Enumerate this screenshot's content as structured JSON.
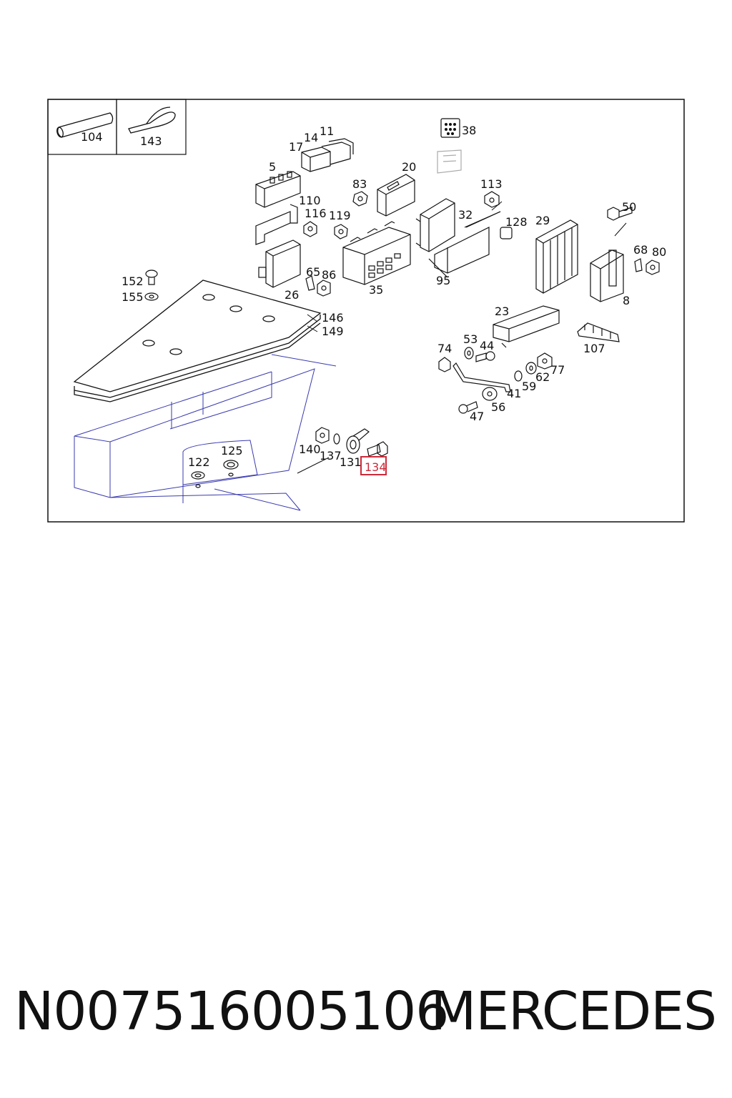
{
  "diagram": {
    "callouts": [
      "104",
      "143",
      "38",
      "14",
      "11",
      "17",
      "5",
      "20",
      "83",
      "113",
      "110",
      "116",
      "119",
      "32",
      "128",
      "29",
      "50",
      "68",
      "80",
      "65",
      "86",
      "26",
      "35",
      "95",
      "8",
      "152",
      "155",
      "146",
      "149",
      "23",
      "53",
      "44",
      "74",
      "107",
      "77",
      "62",
      "59",
      "41",
      "56",
      "47",
      "140",
      "137",
      "131",
      "134",
      "125",
      "122"
    ],
    "highlighted_callout": "134",
    "highlight_color": "#cc2b3b"
  },
  "footer": {
    "part_number": "N007516005106",
    "brand": "MERCEDES"
  }
}
